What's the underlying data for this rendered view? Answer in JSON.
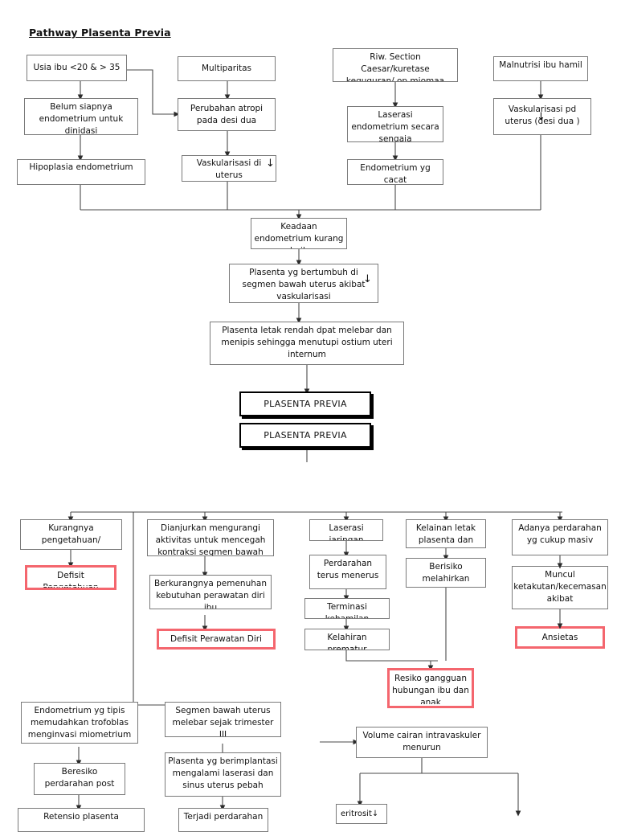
{
  "page": {
    "title": "Pathway Plasenta Previa",
    "background": "#ffffff",
    "line_color": "#3a3a3a",
    "box_border": "#7a7a7a",
    "red_accent": "#F4666E",
    "heavy_border": "#000000"
  },
  "nodes": {
    "usia_ibu": "Usia ibu <20 & > 35",
    "multiparitas": "Multiparitas",
    "riw_section": "Riw. Section Caesar/kuretase keguguran/ op miomaa",
    "malnutrisi": "Malnutrisi ibu hamil",
    "belum_siapnya": "Belum siapnya endometrium untuk dinidasi",
    "perubahan_atropi": "Perubahan atropi pada desi dua",
    "laserasi_endometrium": "Laserasi endometrium secara sengaja",
    "vaskularisasi_pd_uterus": "Vaskularisasi pd uterus (desi dua )",
    "hipoplasia": "Hipoplasia endometrium",
    "vaskularisasi_di_uterus": "Vaskularisasi di uterus",
    "endometrium_cacat": "Endometrium yg cacat",
    "keadaan_endometrium": "Keadaan endometrium kurang baik",
    "plasenta_bertumbuh": "Plasenta yg bertumbuh di segmen bawah uterus akibat vaskularisasi",
    "plasenta_letak_rendah": "Plasenta letak rendah dpat melebar dan menipis sehingga menutupi ostium uteri internum",
    "plasenta_previa_1": "PLASENTA PREVIA",
    "plasenta_previa_2": "PLASENTA PREVIA",
    "kurangnya_pengetahuan": "Kurangnya pengetahuan/",
    "defisit_pengetahuan": "Defisit Pengetahuan",
    "dianjurkan": "Dianjurkan mengurangi aktivitas untuk mencegah kontraksi segmen bawah",
    "berkurangnya": "Berkurangnya pemenuhan kebutuhan perawatan diri ibu",
    "defisit_perawatan_diri": "Defisit Perawatan Diri",
    "laserasi": "Laserasi jaringan",
    "perdarahan_terus": "Perdarahan terus menerus",
    "terminasi": "Terminasi kehamilan",
    "kelahiran": "Kelahiran prematur",
    "kelainan_letak": "Kelainan letak plasenta dan",
    "berisiko_melahirkan": "Berisiko melahirkan",
    "adanya_perdarahan": "Adanya perdarahan yg cukup masiv",
    "muncul_ketakutan": "Muncul ketakutan/kecemasan akibat",
    "ansietas": "Ansietas",
    "resiko_gangguan": "Resiko gangguan hubungan ibu dan anak",
    "endometrium_tipis": "Endometrium yg tipis memudahkan trofoblas menginvasi miometrium",
    "segmen_bawah": "Segmen bawah uterus melebar sejak trimester III",
    "volume_cairan": "Volume cairan intravaskuler menurun",
    "beresiko_perdarahan": "Beresiko perdarahan post",
    "plasenta_berimplantasi": "Plasenta yg berimplantasi mengalami laserasi dan sinus uterus pebah",
    "eritrosit": "eritrosit↓",
    "retensio_plasenta": "Retensio plasenta",
    "terjadi_perdarahan": "Terjadi perdarahan"
  },
  "inline_arrows": {
    "vaskularisasi_di_uterus": "↓",
    "plasenta_bertumbuh": "↓",
    "vaskularisasi_pd_uterus": "↓"
  }
}
